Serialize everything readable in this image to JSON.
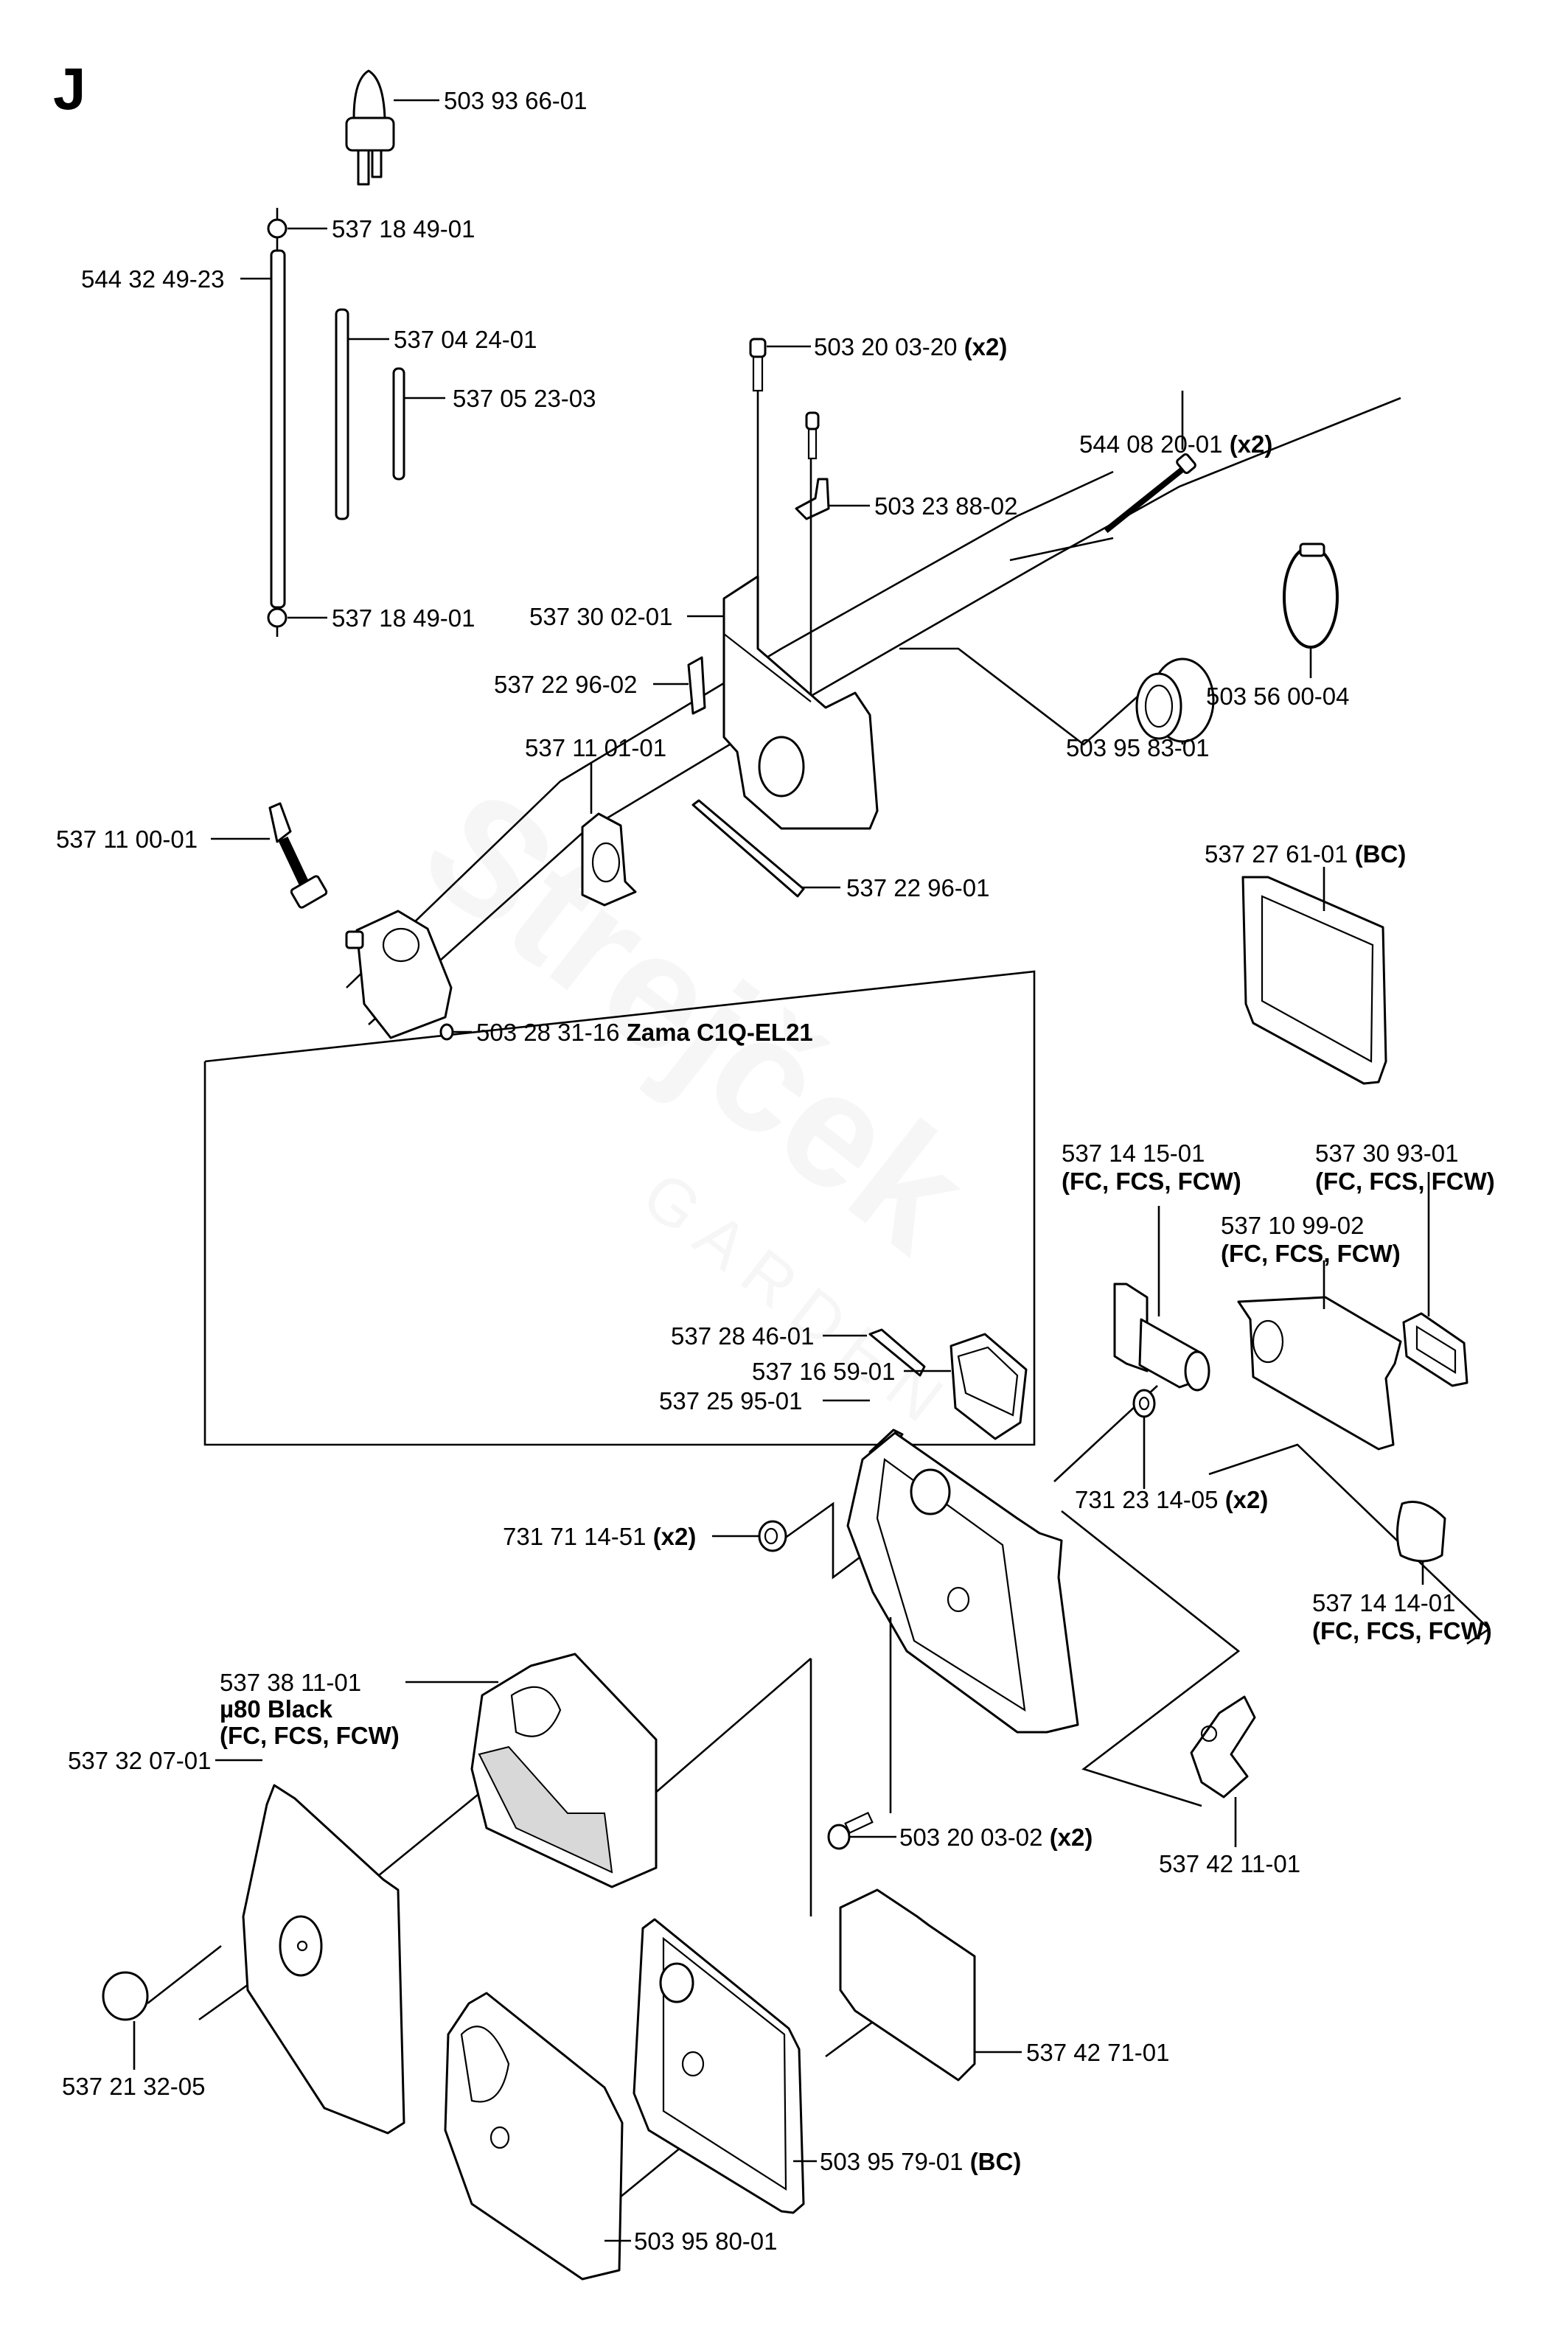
{
  "section_letter": "J",
  "watermark": {
    "brand": "Strejček",
    "sub": "GARDEN"
  },
  "labels": {
    "primer_bulb": {
      "part": "503 93 66-01"
    },
    "o_ring_top": {
      "part": "537 18 49-01"
    },
    "hose_long": {
      "part": "544 32 49-23"
    },
    "hose_mid": {
      "part": "537 04 24-01"
    },
    "hose_short": {
      "part": "537 05 23-03"
    },
    "screw_top": {
      "part": "503 20 03-20",
      "qty": "(x2)"
    },
    "bracket": {
      "part": "503 23 88-02"
    },
    "bolt_long": {
      "part": "544 08 20-01",
      "qty": "(x2)"
    },
    "o_ring_bottom": {
      "part": "537 18 49-01"
    },
    "carb_holder": {
      "part": "537 30 02-01"
    },
    "pad_small": {
      "part": "537 22 96-02"
    },
    "clamp": {
      "part": "503 56 00-04"
    },
    "intake": {
      "part": "503 95 83-01"
    },
    "gasket": {
      "part": "537 11 01-01"
    },
    "choke_knob": {
      "part": "537 11 00-01"
    },
    "pad_long": {
      "part": "537 22 96-01"
    },
    "carburetor": {
      "part": "503 28 31-16",
      "model": "Zama C1Q-EL21"
    },
    "filter_plate_bc": {
      "part": "537 27 61-01",
      "variant": "(BC)"
    },
    "tube_fc": {
      "part": "537 14 15-01",
      "variant": "(FC, FCS, FCW)"
    },
    "seal_fc": {
      "part": "537 30 93-01",
      "variant": "(FC, FCS, FCW)"
    },
    "housing_fc": {
      "part": "537 10 99-02",
      "variant": "(FC, FCS, FCW)"
    },
    "nipple": {
      "part": "537 28 46-01"
    },
    "valve_block": {
      "part": "537 16 59-01"
    },
    "flap": {
      "part": "537 25 95-01"
    },
    "nut_left": {
      "part": "731 71 14-51",
      "qty": "(x2)"
    },
    "nut_right": {
      "part": "731 23 14-05",
      "qty": "(x2)"
    },
    "filter_fc": {
      "part": "537 38 11-01",
      "material": "µ80 Black",
      "variant": "(FC, FCS, FCW)"
    },
    "cover": {
      "part": "537 32 07-01"
    },
    "cover_knob": {
      "part": "537 21 32-05"
    },
    "screw_bottom": {
      "part": "503 20 03-02",
      "qty": "(x2)"
    },
    "cap_fc": {
      "part": "537 14 14-01",
      "variant": "(FC, FCS, FCW)"
    },
    "lever": {
      "part": "537 42 11-01"
    },
    "foam": {
      "part": "537 42 71-01"
    },
    "filter_base_bc": {
      "part": "503 95 79-01",
      "variant": "(BC)"
    },
    "filter_cover_bc": {
      "part": "503 95 80-01"
    }
  }
}
